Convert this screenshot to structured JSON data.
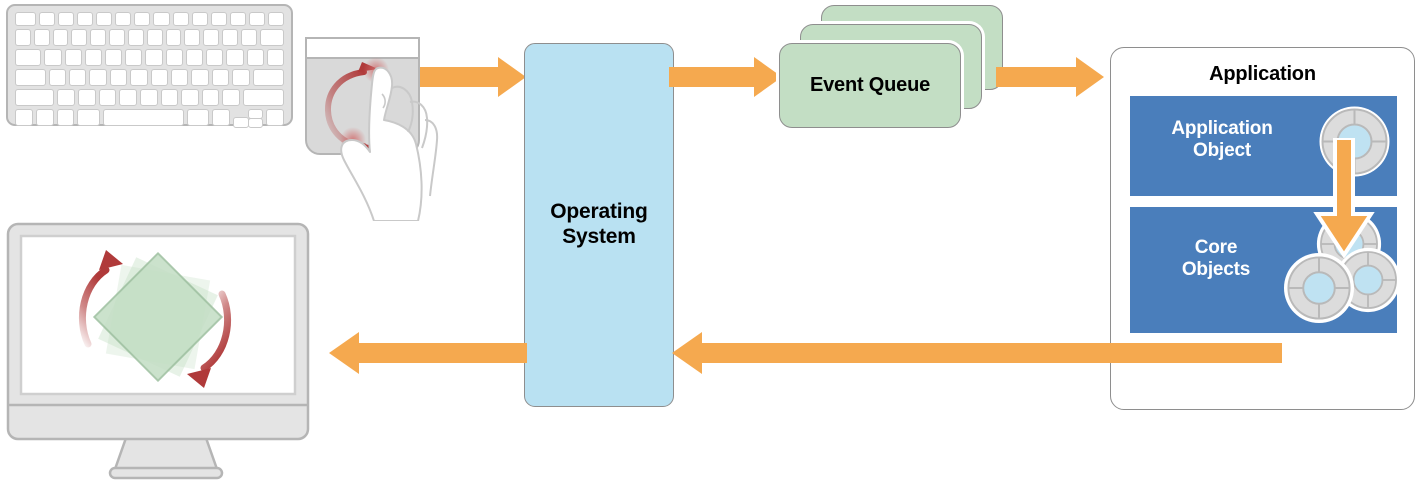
{
  "diagram": {
    "title": "Event handling flow: user input through operating system to application and back to display",
    "accent_orange": "#f5a94f",
    "os_fill": "#b9e1f2",
    "queue_fill": "#c3dec4",
    "app_panel_blue": "#4a7ebb",
    "object_ring": "#d9d9d9",
    "object_center": "#bfe2f2",
    "gesture_arrow_color": "#b03a3a",
    "device_gray": "#d8d8d8"
  },
  "input_device": {
    "keyboard_name": "keyboard",
    "trackpad_name": "trackpad",
    "gesture": "two-finger-rotate"
  },
  "os": {
    "label_line1": "Operating",
    "label_line2": "System"
  },
  "event_queue": {
    "label": "Event Queue",
    "card_count": 3
  },
  "application": {
    "title": "Application",
    "panels": [
      {
        "label_line1": "Application",
        "label_line2": "Object",
        "icon": "object-ring-icon",
        "icon_count": 1
      },
      {
        "label_line1": "Core",
        "label_line2": "Objects",
        "icon": "object-ring-icon",
        "icon_count": 3
      }
    ]
  },
  "display": {
    "name": "monitor",
    "content": "rotating-green-square",
    "rotation_indicator": "clockwise-rotation-arrows"
  },
  "flow_arrows": [
    {
      "name": "arrow-input-to-os",
      "direction": "right"
    },
    {
      "name": "arrow-os-to-queue",
      "direction": "right"
    },
    {
      "name": "arrow-queue-to-app",
      "direction": "right"
    },
    {
      "name": "arrow-app-object-to-core",
      "direction": "down"
    },
    {
      "name": "arrow-app-to-os",
      "direction": "left"
    },
    {
      "name": "arrow-os-to-display",
      "direction": "left"
    }
  ]
}
